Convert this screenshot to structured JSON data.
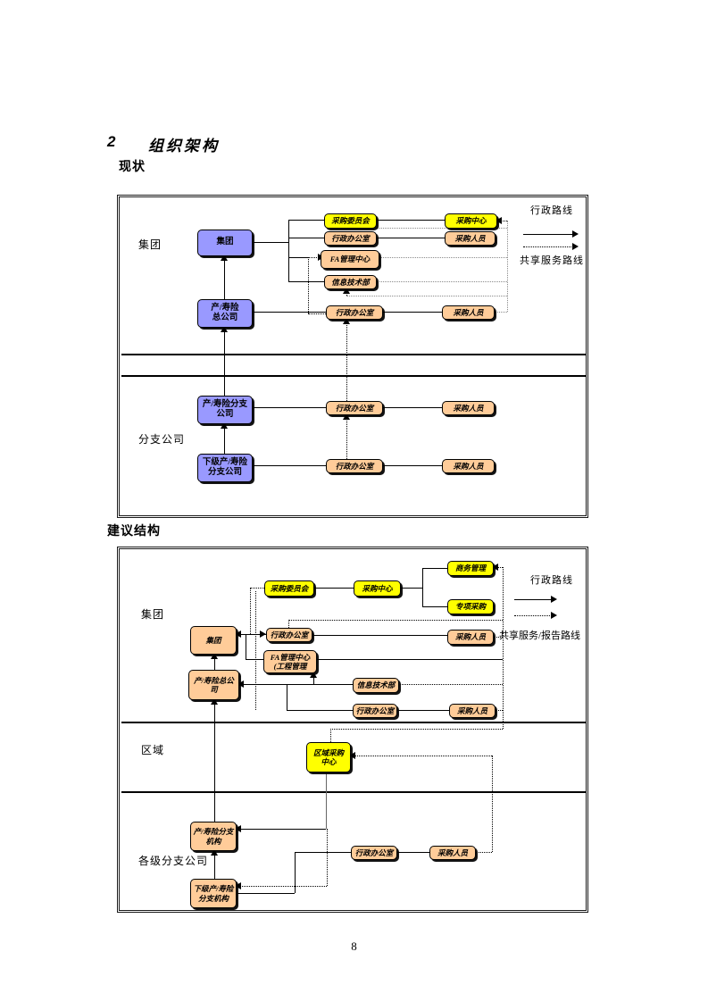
{
  "page_number": "8",
  "heading": {
    "number": "2",
    "title": "组织架构"
  },
  "sections": {
    "current": "现状",
    "proposed": "建议结构"
  },
  "colors": {
    "node_blue": "#9999ff",
    "node_yellow": "#ffff00",
    "node_orange": "#ffcc99"
  },
  "diagram1": {
    "bands": {
      "group": "集团",
      "branch": "分支公司"
    },
    "legend": {
      "admin_route": "行政路线",
      "shared_route": "共享服务路线"
    },
    "nodes": {
      "group": "集团",
      "head_office": "产/寿险\n总公司",
      "branch_co": "产/寿险分支\n公司",
      "sub_branch_co": "下级产/寿险\n分支公司",
      "purch_committee": "采购委员会",
      "purch_center": "采购中心",
      "admin_office_1": "行政办公室",
      "purch_staff_1": "采购人员",
      "fa_center": "FA管理中心",
      "it_dept": "信息技术部",
      "admin_office_2": "行政办公室",
      "purch_staff_2": "采购人员",
      "admin_office_3": "行政办公室",
      "purch_staff_3": "采购人员",
      "admin_office_4": "行政办公室",
      "purch_staff_4": "采购人员"
    }
  },
  "diagram2": {
    "bands": {
      "group": "集团",
      "region": "区域",
      "branches": "各级分支公司"
    },
    "legend": {
      "admin_route": "行政路线",
      "shared_route": "共享服务/报告路线"
    },
    "nodes": {
      "purch_committee": "采购委员会",
      "purch_center": "采购中心",
      "biz_mgmt": "商务管理",
      "special_purch": "专项采购",
      "group": "集团",
      "admin_office_1": "行政办公室",
      "purch_staff_1": "采购人员",
      "fa_center": "FA管理中心\n(工程管理",
      "head_office": "产/寿险总公\n司",
      "it_dept": "信息技术部",
      "admin_office_2": "行政办公室",
      "purch_staff_2": "采购人员",
      "regional_center": "区域采购\n中心",
      "branch_org": "产/寿险分支\n机构",
      "admin_office_3": "行政办公室",
      "purch_staff_3": "采购人员",
      "sub_branch_org": "下级产/寿险\n分支机构"
    }
  }
}
